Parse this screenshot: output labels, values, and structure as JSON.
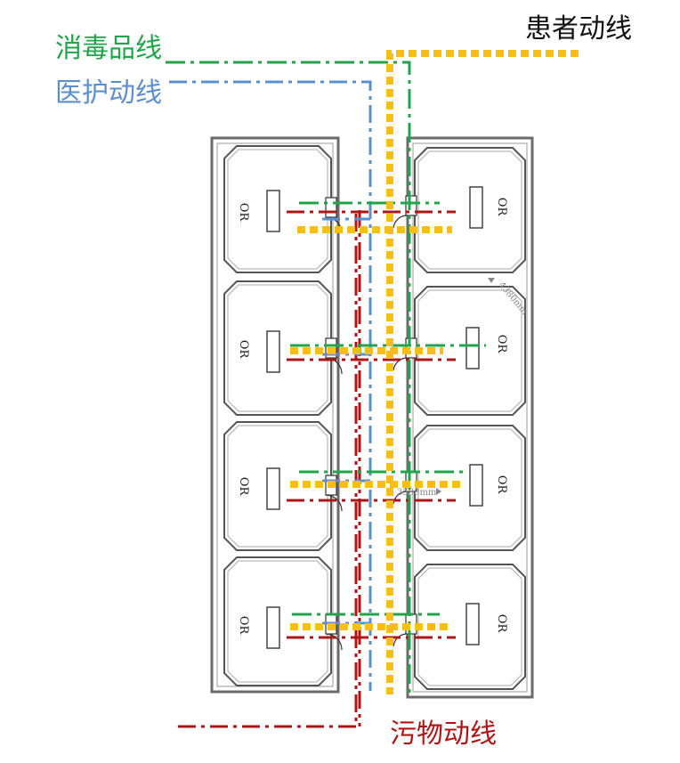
{
  "labels": {
    "disinfect": "消毒品线",
    "medical": "医护动线",
    "patient": "患者动线",
    "waste": "污物动线"
  },
  "rooms": {
    "left": [
      "OR",
      "OR",
      "OR",
      "OR"
    ],
    "right": [
      "OR",
      "OR",
      "OR",
      "OR"
    ]
  },
  "dimensions": {
    "corridor": "3500mm",
    "room": "4380mm"
  },
  "colors": {
    "disinfect": "#21a54a",
    "medical": "#5b8fcf",
    "patient": "#f7be13",
    "waste": "#b01414",
    "wall": "#6b6b6b"
  }
}
